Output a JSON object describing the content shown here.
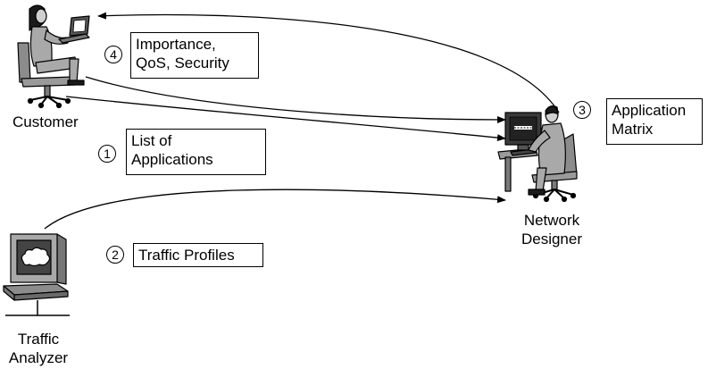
{
  "actors": {
    "customer": "Customer",
    "network_designer_line1": "Network",
    "network_designer_line2": "Designer",
    "traffic_analyzer_line1": "Traffic",
    "traffic_analyzer_line2": "Analyzer"
  },
  "steps": [
    {
      "number": "1",
      "label_line1": "List of",
      "label_line2": "Applications"
    },
    {
      "number": "2",
      "label_line1": "Traffic Profiles",
      "label_line2": ""
    },
    {
      "number": "3",
      "label_line1": "Application",
      "label_line2": "Matrix"
    },
    {
      "number": "4",
      "label_line1": "Importance,",
      "label_line2": "QoS, Security"
    }
  ],
  "icons": {
    "customer": "person-with-laptop-icon",
    "designer": "person-at-workstation-icon",
    "analyzer": "network-analyzer-computer-icon"
  },
  "colors": {
    "figure_fill": "#a9a9a9",
    "line": "#000000"
  }
}
